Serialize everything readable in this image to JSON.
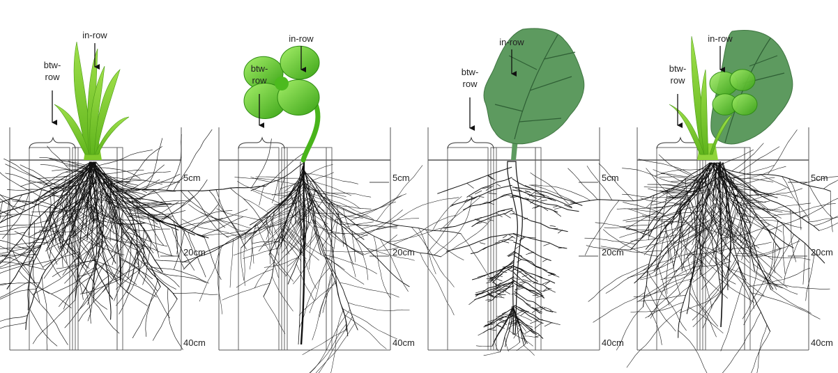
{
  "labels": {
    "in_row": "in-row",
    "btw_row_line1": "btw-",
    "btw_row_line2": "row"
  },
  "depths": {
    "d5": "5cm",
    "d20": "20cm",
    "d40": "40cm"
  },
  "panels": [
    {
      "plant": "grass",
      "root_system": "fibrous"
    },
    {
      "plant": "clover",
      "root_system": "fine taproot"
    },
    {
      "plant": "brassica",
      "root_system": "taproot"
    },
    {
      "plant": "mixture",
      "root_system": "mixed"
    }
  ],
  "colors": {
    "grass": "#7ccf2c",
    "clover": "#5bc81f",
    "brassica_leaf": "#5d9a5f",
    "brassica_vein": "#2e5e34",
    "roots": "#111111",
    "frame": "#555555"
  }
}
